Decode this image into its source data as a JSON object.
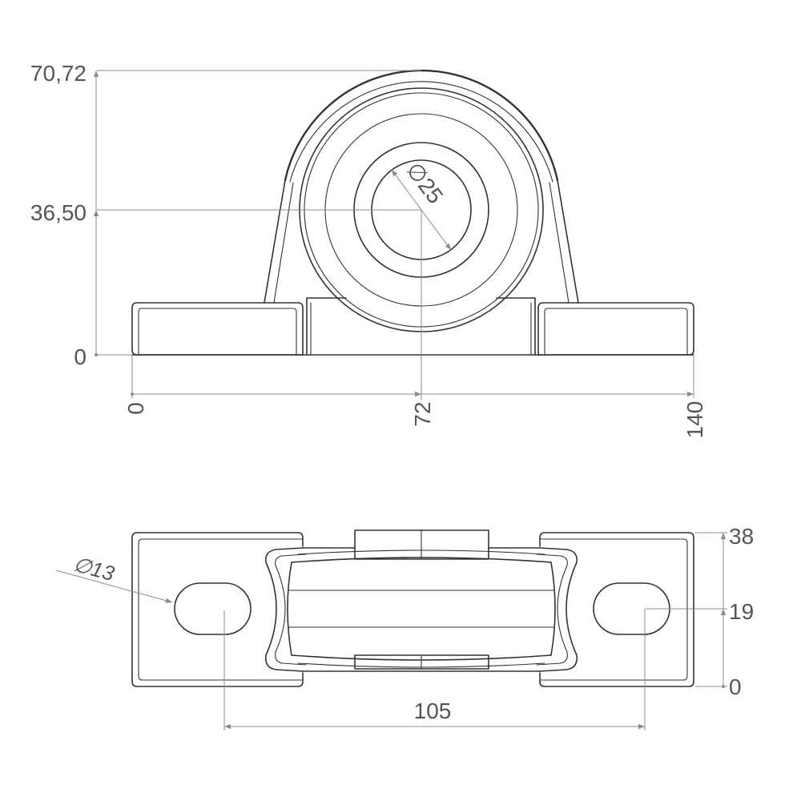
{
  "front_view": {
    "height_dims": {
      "top": "70,72",
      "center": "36,50",
      "base": "0"
    },
    "width_dims": {
      "left": "0",
      "center": "72",
      "right": "140"
    },
    "bore_diameter": "∅25"
  },
  "top_view": {
    "slot_diameter": "∅13",
    "bolt_spacing": "105",
    "depth_dims": {
      "top": "38",
      "center": "19",
      "base": "0"
    }
  },
  "colors": {
    "outline": "#333333",
    "dimension": "#8c8c8c",
    "text": "#555555",
    "background": "#ffffff"
  }
}
